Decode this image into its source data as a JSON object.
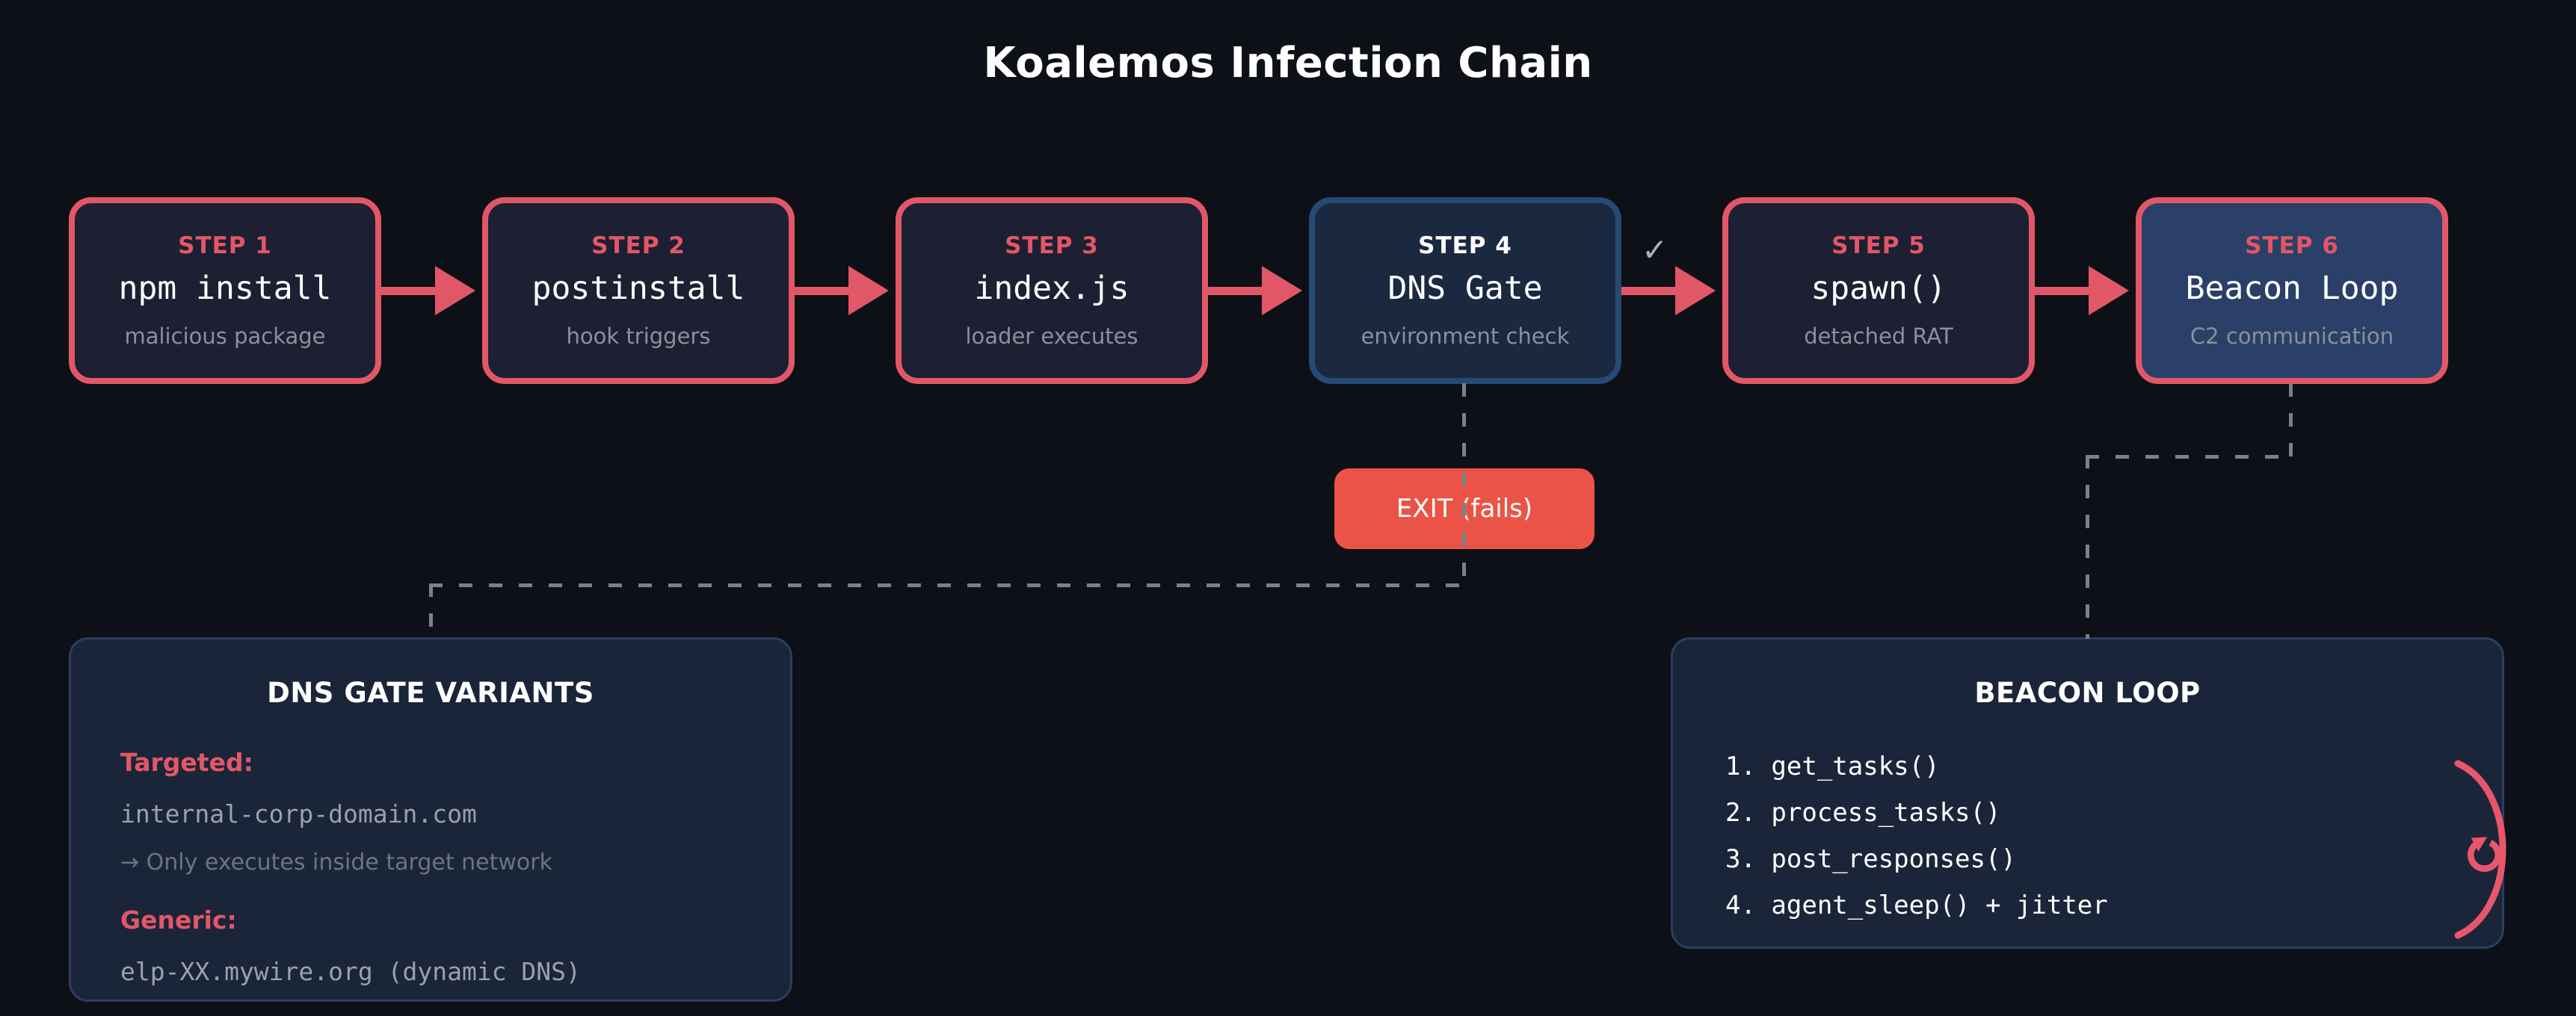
{
  "title": "Koalemos Infection Chain",
  "steps": [
    {
      "label": "STEP 1",
      "name": "npm install",
      "desc": "malicious package"
    },
    {
      "label": "STEP 2",
      "name": "postinstall",
      "desc": "hook triggers"
    },
    {
      "label": "STEP 3",
      "name": "index.js",
      "desc": "loader executes"
    },
    {
      "label": "STEP 4",
      "name": "DNS Gate",
      "desc": "environment check"
    },
    {
      "label": "STEP 5",
      "name": "spawn()",
      "desc": "detached RAT"
    },
    {
      "label": "STEP 6",
      "name": "Beacon Loop",
      "desc": "C2 communication"
    }
  ],
  "checkmark": "✓",
  "exit_node": {
    "label": "EXIT (fails)"
  },
  "dns_gate_panel": {
    "title": "DNS GATE VARIANTS",
    "targeted_label": "Targeted:",
    "targeted_domain": "internal-corp-domain.com",
    "targeted_note": "→ Only executes inside target network",
    "generic_label": "Generic:",
    "generic_domain": "elp-XX.mywire.org (dynamic DNS)"
  },
  "beacon_panel": {
    "title": "BEACON LOOP",
    "items": [
      "1. get_tasks()",
      "2. process_tasks()",
      "3. post_responses()",
      "4. agent_sleep() + jitter"
    ]
  },
  "icons": {
    "loop_icon": "clockwise-loop-arrow"
  },
  "colors": {
    "background": "#0d1016",
    "accent_red": "#e25767",
    "exit_red": "#ec5347",
    "gate_border_blue": "#264a74",
    "gate_fill_blue": "#1a2940",
    "beacon_fill_blue": "#2a4068",
    "step_fill": "#1d1f33",
    "panel_fill": "#1b2539",
    "panel_border": "#2b3e61",
    "muted_text": "#8b909a",
    "dash_gray": "#7b8089",
    "white": "#ffffff"
  }
}
